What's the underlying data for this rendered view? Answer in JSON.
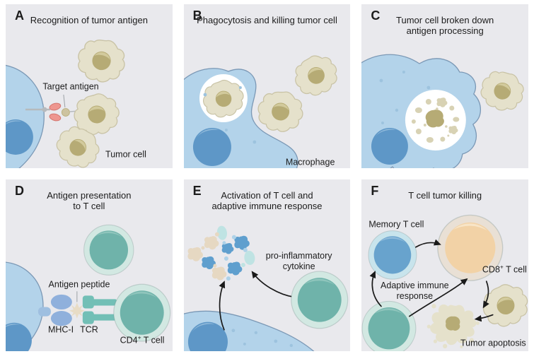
{
  "colors": {
    "page-bg": "#ffffff",
    "panel-bg": "#e9e9ed",
    "text": "#1c1c1c",
    "arrow": "#1a1a1a",
    "label-line": "#9aa0a4",
    "macrophage-body": "#b3d3ea",
    "macrophage-edge": "#7b98b5",
    "macrophage-nucleus": "#5e97c7",
    "macrophage-nucleus-hi": "#8fb9da",
    "macrophage-speckle": "#9dc3de",
    "tumor-body": "#e5e1cb",
    "tumor-edge": "#c9c3a6",
    "tumor-nucleus": "#b6ab75",
    "tumor-nucleus-hi": "#d2ca9c",
    "vacuole": "#ffffff",
    "fragment": "#d8d2b4",
    "tcell-outer": "#d2e8e2",
    "tcell-inner": "#6fb3aa",
    "tcell-hi": "#92c7be",
    "memory-outer": "#c8e4ec",
    "memory-inner": "#68a3cd",
    "memory-hi": "#92bedd",
    "cd8-outer": "#e9e0d5",
    "cd8-inner": "#f2d2a6",
    "cd8-hi": "#f8e7cb",
    "receptor-pink": "#ee968f",
    "receptor-pink-edge": "#d4766f",
    "stalk-gray": "#b6babd",
    "antigen-tan": "#cdc3a0",
    "mhc-blue": "#8fb0dc",
    "mhc-stem": "#9fbfe0",
    "tcr-teal": "#72bfb6",
    "star-tan": "#e8dcc6",
    "cytokine-blue": "#5f9fce",
    "cytokine-lightblue": "#aed2e8",
    "cytokine-tan": "#e6d8c2",
    "cytokine-teal": "#bfe3e3"
  },
  "panels": [
    {
      "letter": "A",
      "title_line1": "Recognition of tumor antigen",
      "labels": {
        "target_antigen": "Target antigen",
        "tumor_cell": "Tumor cell"
      }
    },
    {
      "letter": "B",
      "title_line1": "Phagocytosis and killing tumor cell",
      "labels": {
        "macrophage": "Macrophage"
      }
    },
    {
      "letter": "C",
      "title_line1": "Tumor cell broken down",
      "title_line2": "antigen processing",
      "labels": {}
    },
    {
      "letter": "D",
      "title_line1": "Antigen presentation",
      "title_line2": "to T cell",
      "labels": {
        "antigen_peptide": "Antigen peptide",
        "mhc": "MHC-I",
        "tcr": "TCR",
        "cd4_base": "CD4",
        "cd4_sup": "+",
        "cd4_tail": " T cell"
      }
    },
    {
      "letter": "E",
      "title_line1": "Activation of T cell and",
      "title_line2": "adaptive immune response",
      "labels": {
        "cytokine_line1": "pro-inflammatory",
        "cytokine_line2": "cytokine"
      }
    },
    {
      "letter": "F",
      "title_line1": "T cell tumor killing",
      "labels": {
        "memory": "Memory T cell",
        "cd8_base": "CD8",
        "cd8_sup": "+",
        "cd8_tail": " T cell",
        "adaptive_line1": "Adaptive immune",
        "adaptive_line2": "response",
        "apoptosis": "Tumor apoptosis"
      }
    }
  ]
}
